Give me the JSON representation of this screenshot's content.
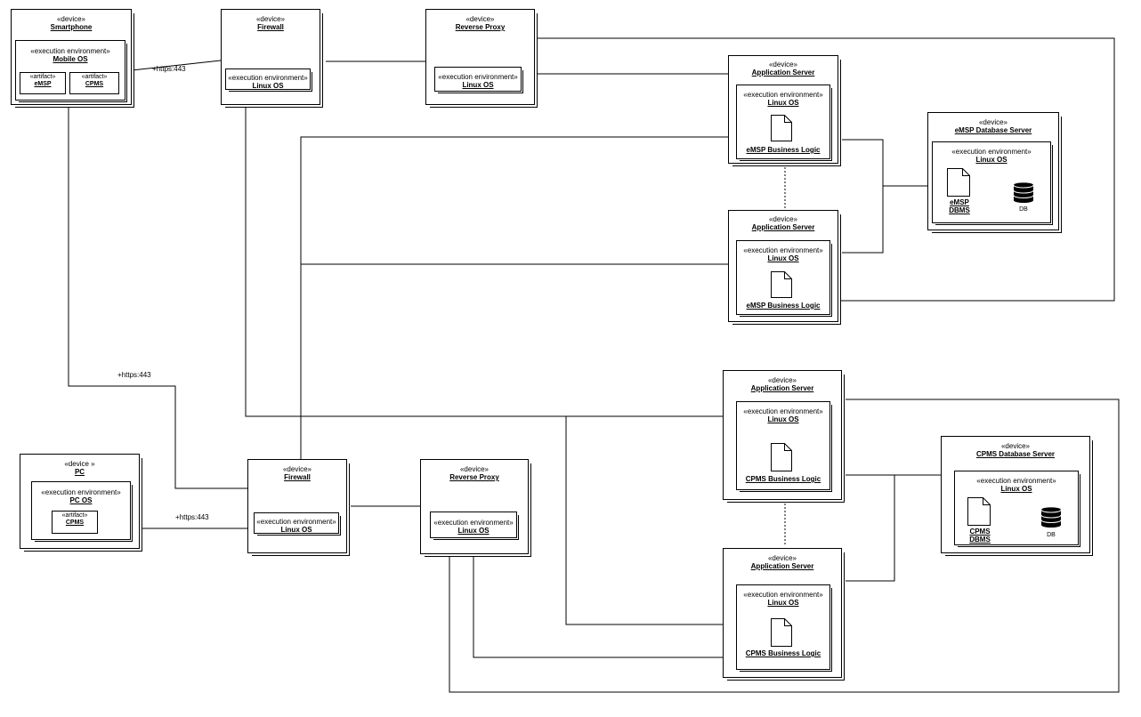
{
  "stereotypes": {
    "device": "«device»",
    "device_pc": "«device »",
    "exec_env": "«execution environment»",
    "artifact": "«artifact»"
  },
  "connectors": {
    "smartphone_fw": "+https:443",
    "smartphone_fw2": "+https:443",
    "pc_fw": "+https:443"
  },
  "smartphone": {
    "name": "Smartphone",
    "env": "Mobile OS",
    "artifact1": "eMSP",
    "artifact2": "CPMS"
  },
  "pc": {
    "name": "PC",
    "env": "PC OS",
    "artifact1": "CPMS"
  },
  "firewall_top": {
    "name": "Firewall",
    "env": "Linux OS"
  },
  "firewall_bottom": {
    "name": "Firewall",
    "env": "Linux OS"
  },
  "proxy_top": {
    "name": "Reverse Proxy",
    "env": "Linux OS"
  },
  "proxy_bottom": {
    "name": "Reverse Proxy",
    "env": "Linux OS"
  },
  "app_emsp_1": {
    "name": "Application Server",
    "env": "Linux OS",
    "artifact": "eMSP Business Logic"
  },
  "app_emsp_2": {
    "name": "Application Server",
    "env": "Linux OS",
    "artifact": "eMSP Business Logic"
  },
  "app_cpms_1": {
    "name": "Application Server",
    "env": "Linux OS",
    "artifact": "CPMS Business Logic"
  },
  "app_cpms_2": {
    "name": "Application Server",
    "env": "Linux OS",
    "artifact": "CPMS Business Logic"
  },
  "db_emsp": {
    "name": "eMSP Database Server",
    "env": "Linux OS",
    "dbms_line1": "eMSP",
    "dbms_line2": "DBMS",
    "db": "DB"
  },
  "db_cpms": {
    "name": "CPMS Database Server",
    "env": "Linux OS",
    "dbms_line1": "CPMS",
    "dbms_line2": "DBMS",
    "db": "DB"
  }
}
